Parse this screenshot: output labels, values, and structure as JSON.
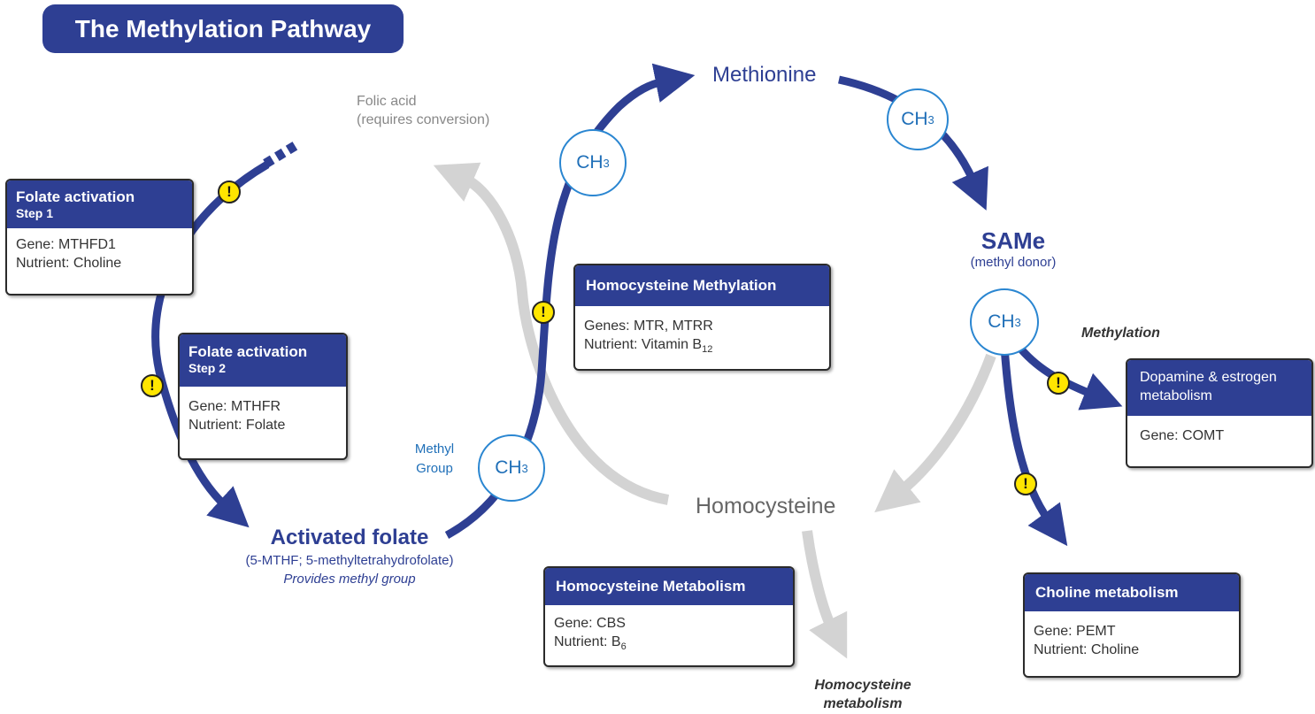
{
  "title": "The Methylation Pathway",
  "colors": {
    "primary": "#2e3f93",
    "accent": "#2a86d1",
    "warning": "#ffe600",
    "inactive": "#d3d3d3"
  },
  "folic_acid": {
    "line1": "Folic acid",
    "line2": "(requires conversion)"
  },
  "methionine": "Methionine",
  "same": {
    "name": "SAMe",
    "sub": "(methyl donor)"
  },
  "methylation_label": "Methylation",
  "homocysteine": "Homocysteine",
  "homocysteine_metabolism_label": {
    "line1": "Homocysteine",
    "line2": "metabolism"
  },
  "activated_folate": {
    "name": "Activated folate",
    "sub": "(5-MTHF; 5-methyltetrahydrofolate)",
    "note": "Provides methyl group"
  },
  "methyl_group_label": {
    "line1": "Methyl",
    "line2": "Group"
  },
  "ch3": {
    "base": "CH",
    "sub": "3"
  },
  "warning_symbol": "!",
  "boxes": {
    "folate_step1": {
      "title": "Folate activation",
      "step": "Step 1",
      "line1": "Gene:  MTHFD1",
      "line2": "Nutrient:  Choline"
    },
    "folate_step2": {
      "title": "Folate activation",
      "step": "Step 2",
      "line1": "Gene:  MTHFR",
      "line2": "Nutrient:  Folate"
    },
    "hcy_methylation": {
      "title": "Homocysteine Methylation",
      "line1": "Genes: MTR, MTRR",
      "line2_base": "Nutrient:  Vitamin B",
      "line2_sub": "12"
    },
    "hcy_metabolism": {
      "title": "Homocysteine Metabolism",
      "line1": "Gene: CBS",
      "line2_base": "Nutrient: B",
      "line2_sub": "6"
    },
    "dopamine": {
      "title": "Dopamine & estrogen metabolism",
      "line1": "Gene: COMT"
    },
    "choline": {
      "title": "Choline metabolism",
      "line1": "Gene:  PEMT",
      "line2": "Nutrient:  Choline"
    }
  }
}
